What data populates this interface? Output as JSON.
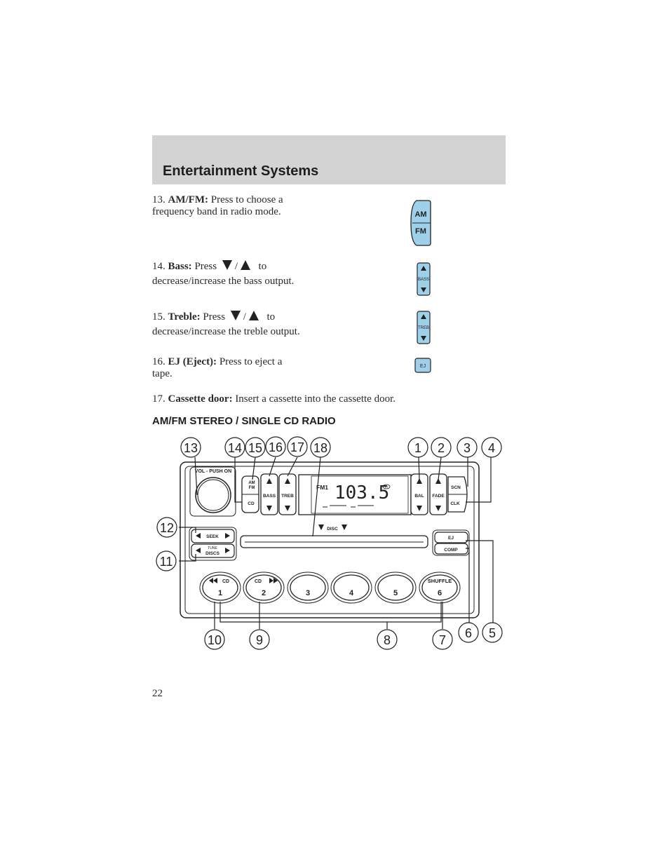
{
  "header": {
    "title": "Entertainment Systems"
  },
  "items": [
    {
      "number": "13.",
      "label": "AM/FM:",
      "text_line1": "Press to choose a",
      "text_line2": "frequency band in radio mode."
    },
    {
      "number": "14.",
      "label": "Bass:",
      "pre": "Press",
      "slash": "/",
      "post": "to",
      "text_line2": "decrease/increase the bass output."
    },
    {
      "number": "15.",
      "label": "Treble:",
      "pre": "Press",
      "slash": "/",
      "post": "to",
      "text_line2": "decrease/increase the treble output."
    },
    {
      "number": "16.",
      "label": "EJ (Eject):",
      "text_line1": "Press to eject a",
      "text_line2": "tape."
    },
    {
      "number": "17.",
      "label": "Cassette door:",
      "text_line1": "Insert a cassette into the cassette door."
    }
  ],
  "icons": {
    "amfm": {
      "top": "AM",
      "bottom": "FM",
      "color": "#9fd0ea"
    },
    "bass": "BASS",
    "treb": "TREB",
    "eject": "EJ"
  },
  "section_title": "AM/FM STEREO / SINGLE CD RADIO",
  "radio": {
    "vol_label": "VOL - PUSH ON",
    "am": "AM",
    "fm": "FM",
    "cd": "CD",
    "bass": "BASS",
    "treb": "TREB",
    "display_band": "FM1",
    "display_freq": "103.5",
    "display_stereo": "ST",
    "bal": "BAL",
    "fade": "FADE",
    "scn": "SCN",
    "clk": "CLK",
    "disc": "DISC",
    "seek": "SEEK",
    "tune": "TUNE",
    "discs": "DISCS",
    "ej": "EJ",
    "comp": "COMP",
    "presets": [
      {
        "top": "CD",
        "num": "1"
      },
      {
        "top": "CD",
        "num": "2"
      },
      {
        "top": "",
        "num": "3"
      },
      {
        "top": "",
        "num": "4"
      },
      {
        "top": "",
        "num": "5"
      },
      {
        "top": "SHUFFLE",
        "num": "6"
      }
    ],
    "callouts": [
      "1",
      "2",
      "3",
      "4",
      "5",
      "6",
      "7",
      "8",
      "9",
      "10",
      "11",
      "12",
      "13",
      "14",
      "15",
      "16",
      "17",
      "18"
    ]
  },
  "page_number": "22"
}
